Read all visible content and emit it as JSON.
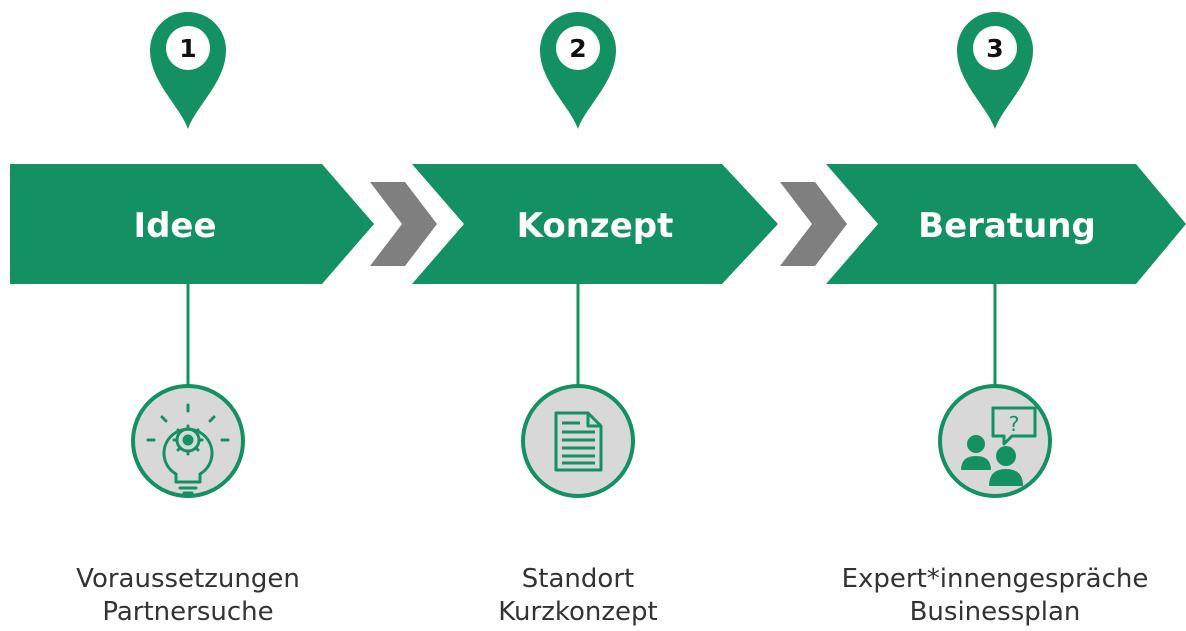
{
  "colors": {
    "green": "#149162",
    "gray_arrow": "#7f7f7f",
    "icon_bg": "#d8d8d8",
    "text": "#333333"
  },
  "steps": [
    {
      "number": "1",
      "title": "Idee",
      "icon": "lightbulb-gear-icon",
      "items": [
        "Voraussetzungen",
        "Partnersuche"
      ]
    },
    {
      "number": "2",
      "title": "Konzept",
      "icon": "document-icon",
      "items": [
        "Standort",
        "Kurzkonzept"
      ]
    },
    {
      "number": "3",
      "title": "Beratung",
      "icon": "consultation-people-icon",
      "items": [
        "Expert*innengespräche",
        "Businessplan"
      ]
    }
  ]
}
